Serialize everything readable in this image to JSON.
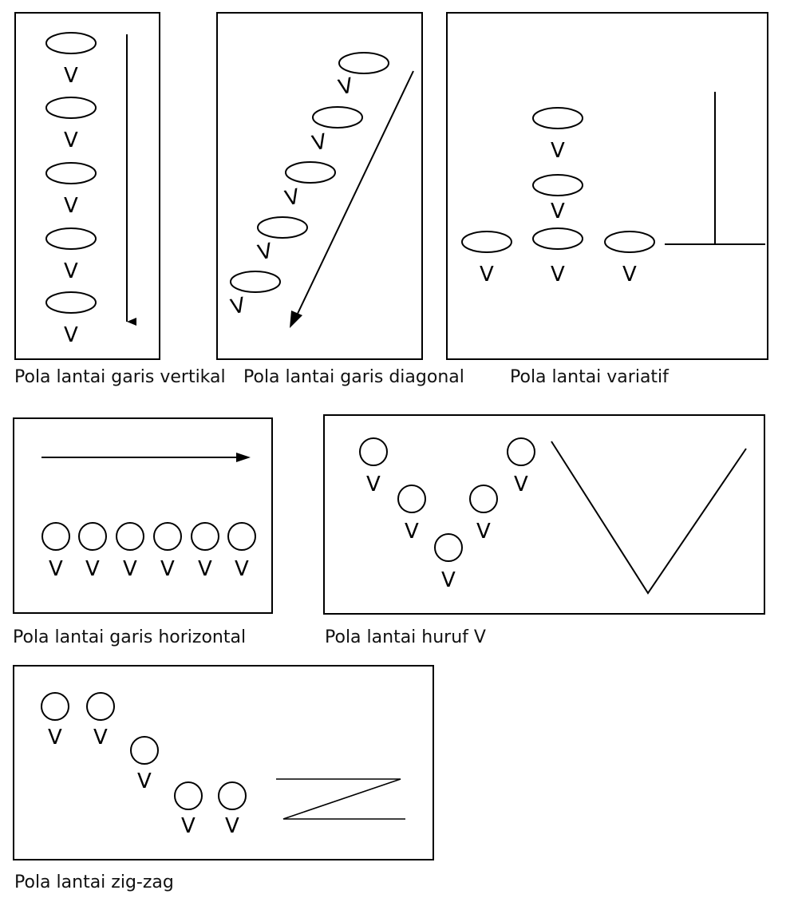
{
  "figure": {
    "dancer_mark": "V",
    "panels": [
      {
        "id": "vertical",
        "caption": "Pola lantai garis vertikal"
      },
      {
        "id": "diagonal",
        "caption": "Pola lantai garis diagonal"
      },
      {
        "id": "variatif",
        "caption": "Pola lantai variatif"
      },
      {
        "id": "horizontal",
        "caption": "Pola lantai garis horizontal"
      },
      {
        "id": "huruf-v",
        "caption": "Pola lantai huruf V"
      },
      {
        "id": "zigzag",
        "caption": "Pola lantai zig-zag"
      }
    ]
  }
}
